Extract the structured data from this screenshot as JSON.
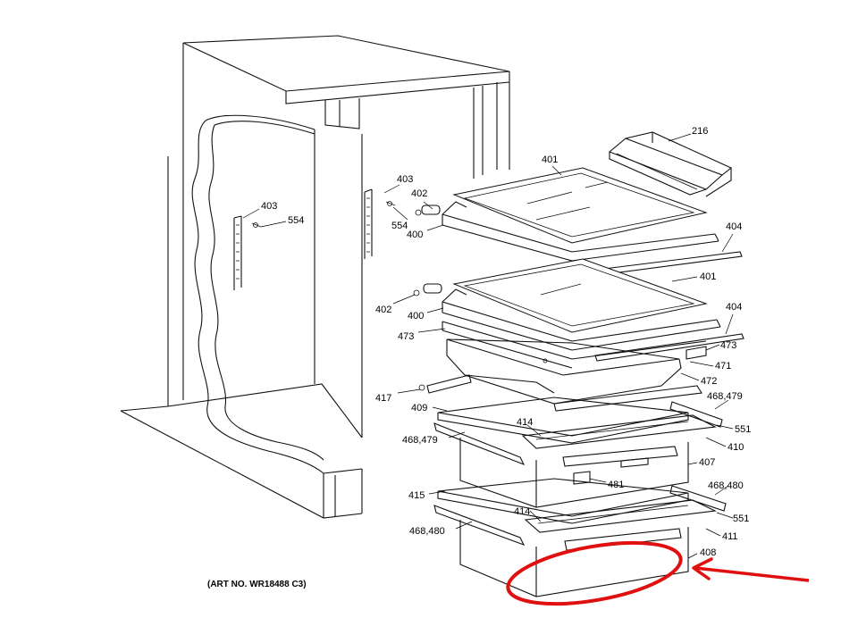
{
  "diagram": {
    "art_number": "(ART NO. WR18488 C3)",
    "highlight_color": "#e01010",
    "part_labels": {
      "p216": "216",
      "p401a": "401",
      "p401b": "401",
      "p403a": "403",
      "p403b": "403",
      "p402a": "402",
      "p402b": "402",
      "p554a": "554",
      "p554b": "554",
      "p400a": "400",
      "p400b": "400",
      "p404a": "404",
      "p404b": "404",
      "p473a": "473",
      "p473b": "473",
      "p471": "471",
      "p472": "472",
      "p417": "417",
      "p409": "409",
      "p468_479a": "468,479",
      "p468_479b": "468,479",
      "p414a": "414",
      "p414b": "414",
      "p551a": "551",
      "p551b": "551",
      "p410": "410",
      "p407": "407",
      "p481": "481",
      "p415": "415",
      "p468_480a": "468,480",
      "p468_480b": "468,480",
      "p411": "411",
      "p408": "408"
    }
  }
}
